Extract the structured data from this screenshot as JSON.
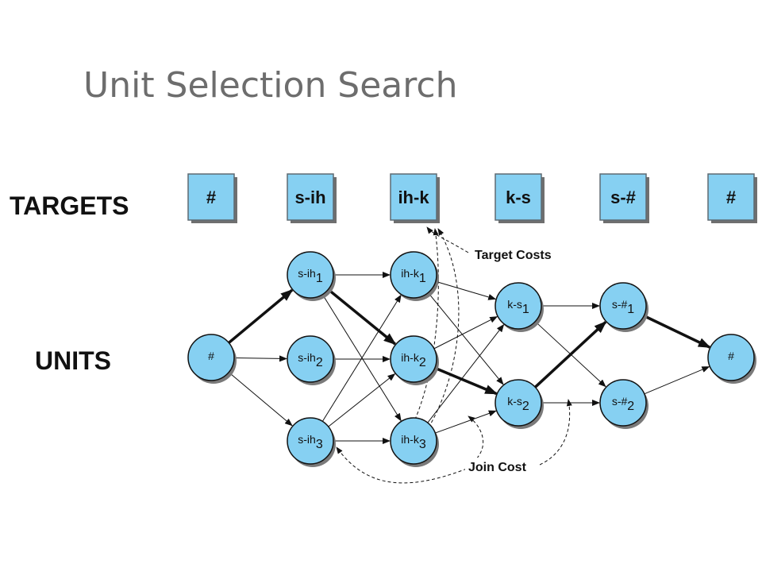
{
  "title": "Unit Selection Search",
  "row_labels": {
    "targets": "TARGETS",
    "units": "UNITS"
  },
  "targets": [
    "#",
    "s-ih",
    "ih-k",
    "k-s",
    "s-#",
    "#"
  ],
  "units": [
    {
      "id": "start",
      "base": "#",
      "sub": ""
    },
    {
      "id": "sih1",
      "base": "s-ih",
      "sub": "1"
    },
    {
      "id": "sih2",
      "base": "s-ih",
      "sub": "2"
    },
    {
      "id": "sih3",
      "base": "s-ih",
      "sub": "3"
    },
    {
      "id": "ihk1",
      "base": "ih-k",
      "sub": "1"
    },
    {
      "id": "ihk2",
      "base": "ih-k",
      "sub": "2"
    },
    {
      "id": "ihk3",
      "base": "ih-k",
      "sub": "3"
    },
    {
      "id": "ks1",
      "base": "k-s",
      "sub": "1"
    },
    {
      "id": "ks2",
      "base": "k-s",
      "sub": "2"
    },
    {
      "id": "sh1",
      "base": "s-#",
      "sub": "1"
    },
    {
      "id": "sh2",
      "base": "s-#",
      "sub": "2"
    },
    {
      "id": "end",
      "base": "#",
      "sub": ""
    }
  ],
  "edges": [
    {
      "from": "start",
      "to": "sih1",
      "best": true
    },
    {
      "from": "start",
      "to": "sih2",
      "best": false
    },
    {
      "from": "start",
      "to": "sih3",
      "best": false
    },
    {
      "from": "sih1",
      "to": "ihk1",
      "best": false
    },
    {
      "from": "sih1",
      "to": "ihk2",
      "best": true
    },
    {
      "from": "sih1",
      "to": "ihk3",
      "best": false
    },
    {
      "from": "sih2",
      "to": "ihk2",
      "best": false
    },
    {
      "from": "sih3",
      "to": "ihk1",
      "best": false
    },
    {
      "from": "sih3",
      "to": "ihk2",
      "best": false
    },
    {
      "from": "sih3",
      "to": "ihk3",
      "best": false
    },
    {
      "from": "ihk1",
      "to": "ks1",
      "best": false
    },
    {
      "from": "ihk1",
      "to": "ks2",
      "best": false
    },
    {
      "from": "ihk2",
      "to": "ks1",
      "best": false
    },
    {
      "from": "ihk2",
      "to": "ks2",
      "best": true
    },
    {
      "from": "ihk3",
      "to": "ks1",
      "best": false
    },
    {
      "from": "ihk3",
      "to": "ks2",
      "best": false
    },
    {
      "from": "ks1",
      "to": "sh1",
      "best": false
    },
    {
      "from": "ks1",
      "to": "sh2",
      "best": false
    },
    {
      "from": "ks2",
      "to": "sh1",
      "best": true
    },
    {
      "from": "ks2",
      "to": "sh2",
      "best": false
    },
    {
      "from": "sh1",
      "to": "end",
      "best": true
    },
    {
      "from": "sh2",
      "to": "end",
      "best": false
    }
  ],
  "annotations": {
    "target_costs": "Target Costs",
    "join_cost": "Join Cost"
  },
  "colors": {
    "node_fill": "#86d0f2",
    "title": "#6d6d6d",
    "ink": "#111111"
  }
}
